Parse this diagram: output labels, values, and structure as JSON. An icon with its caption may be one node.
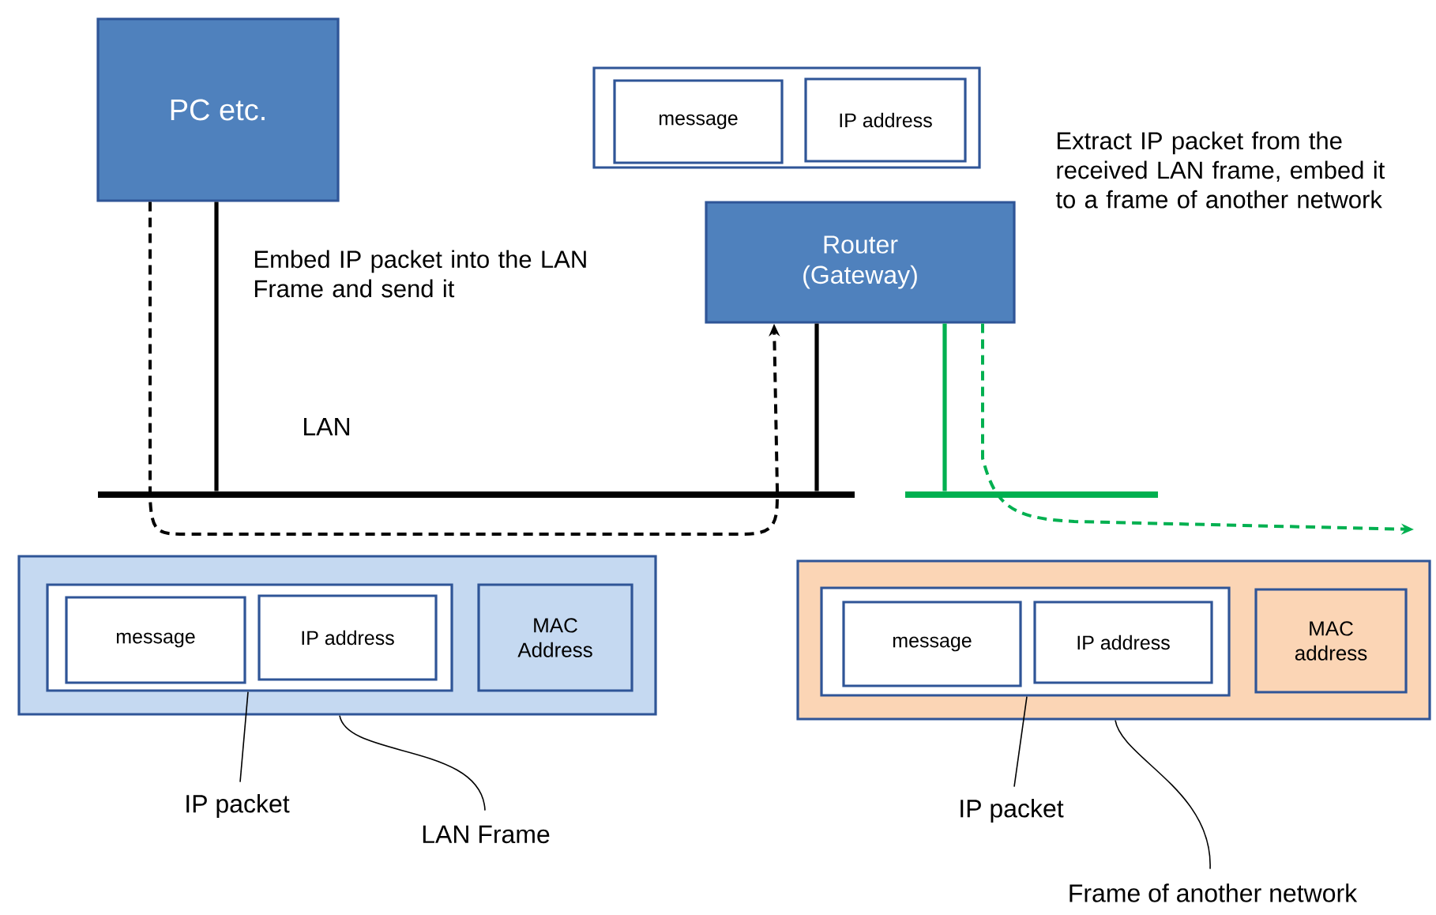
{
  "diagram": {
    "nodes": [
      {
        "text": [
          "PC etc."
        ]
      },
      {
        "text": [],
        "shape": "box"
      },
      {
        "text": [
          "message"
        ],
        "in": 1
      },
      {
        "text": [
          "IP address"
        ],
        "in": 1
      },
      {
        "text": [
          "Router (Gateway)"
        ]
      },
      {
        "text": [],
        "shape": "bar",
        "beside": [
          "LAN"
        ]
      },
      {
        "text": [],
        "shape": "bar"
      },
      {
        "text": [],
        "shape": "box"
      },
      {
        "text": [],
        "shape": "box",
        "in": 7
      },
      {
        "text": [
          "message"
        ],
        "in": 8
      },
      {
        "text": [
          "IP address"
        ],
        "in": 8
      },
      {
        "text": [
          "MAC Address"
        ],
        "in": 7
      },
      {
        "text": [
          "IP packet"
        ]
      },
      {
        "text": [
          "LAN Frame"
        ]
      },
      {
        "text": [],
        "shape": "box"
      },
      {
        "text": [],
        "shape": "box",
        "in": 14
      },
      {
        "text": [
          "message"
        ],
        "in": 15
      },
      {
        "text": [
          "IP address"
        ],
        "in": 15
      },
      {
        "text": [
          "MAC address"
        ],
        "in": 14
      },
      {
        "text": [
          "IP packet"
        ]
      },
      {
        "text": [
          "Frame of another network"
        ]
      }
    ],
    "edges": [
      {
        "from": 0,
        "to": 5,
        "arrow": "none"
      },
      {
        "from": 4,
        "to": 5,
        "arrow": "none"
      },
      {
        "from": 4,
        "to": 6,
        "arrow": "none",
        "color": "#00b050"
      },
      {
        "from": 0,
        "to": 4,
        "arrow": "to",
        "style": "dashed"
      },
      {
        "from": 4,
        "to": null,
        "arrow": "to",
        "style": "dashed",
        "color": "#00b050"
      },
      {
        "from": 12,
        "to": 8,
        "arrow": "none"
      },
      {
        "from": 13,
        "to": 7,
        "arrow": "none"
      },
      {
        "from": 19,
        "to": 15,
        "arrow": "none"
      },
      {
        "from": 20,
        "to": 14,
        "arrow": "none"
      }
    ],
    "labels": [
      "Embed IP packet into the LAN Frame and send it",
      "Extract IP packet from the received LAN frame, embed it to a frame of another network"
    ]
  }
}
